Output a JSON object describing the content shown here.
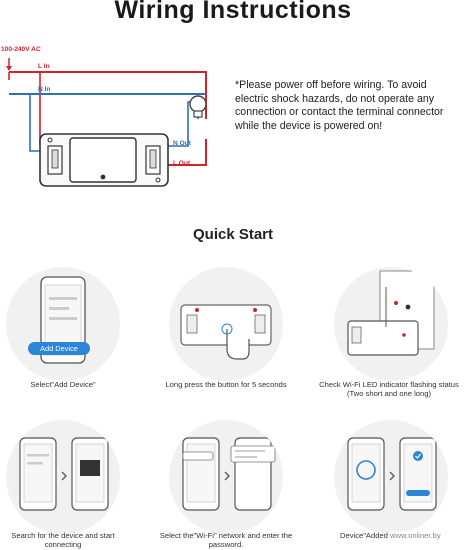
{
  "title": "Wiring Instructions",
  "wiring": {
    "voltage_label": "100-240V AC",
    "l_in": "L In",
    "n_in": "N In",
    "n_out": "N Out",
    "l_out": "L Out",
    "warning": "*Please power off before wiring. To avoid electric shock hazards, do not operate any connection or contact the terminal connector while the device is powered on!",
    "colors": {
      "live": "#d3222a",
      "neutral": "#2f6fb4"
    }
  },
  "quick_start": {
    "title": "Quick Start",
    "steps": [
      {
        "caption": "Select\"Add Device\"",
        "button_label": "Add Device"
      },
      {
        "caption": "Long press the button for 5 seconds"
      },
      {
        "caption": "Check Wi-Fi LED indicator flashing status (Two short and one long)"
      },
      {
        "caption": "Search for the device and start connecting"
      },
      {
        "caption": "Select the\"Wi-Fi\" network and enter the password."
      },
      {
        "caption": "Device\"Added"
      }
    ]
  },
  "watermark": "www.onliner.by"
}
